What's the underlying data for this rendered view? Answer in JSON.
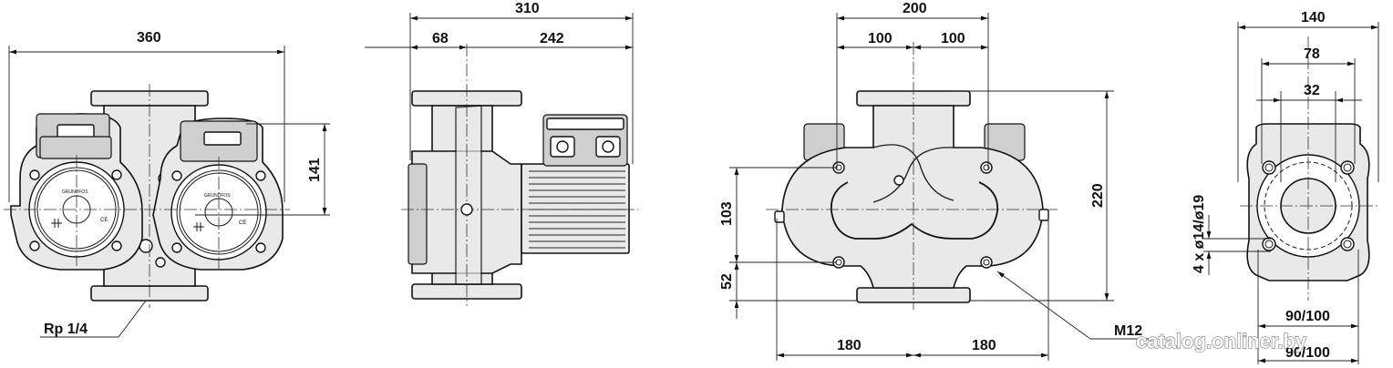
{
  "dimensions": {
    "front_width": "360",
    "front_port_spacing": "141",
    "side_total": "310",
    "side_flange": "68",
    "side_motor": "242",
    "bottom_total": "200",
    "bottom_half_left": "100",
    "bottom_half_right": "100",
    "bottom_height": "220",
    "bottom_upper": "103",
    "bottom_lower": "52",
    "bottom_span_left": "180",
    "bottom_span_right": "180",
    "flange_outer": "140",
    "flange_mid": "78",
    "flange_bore": "32",
    "flange_bolt_circle_1": "90/100",
    "flange_bolt_circle_2": "90/100",
    "flange_holes": "4 x ø14/ø19"
  },
  "labels": {
    "thread": "Rp 1/4",
    "bolt": "M12",
    "brand_left": "GRUNDFOS",
    "brand_right": "GRUNDFOS",
    "ce_left": "CE",
    "ce_right": "CE"
  },
  "watermark": "catalog.onliner.by"
}
